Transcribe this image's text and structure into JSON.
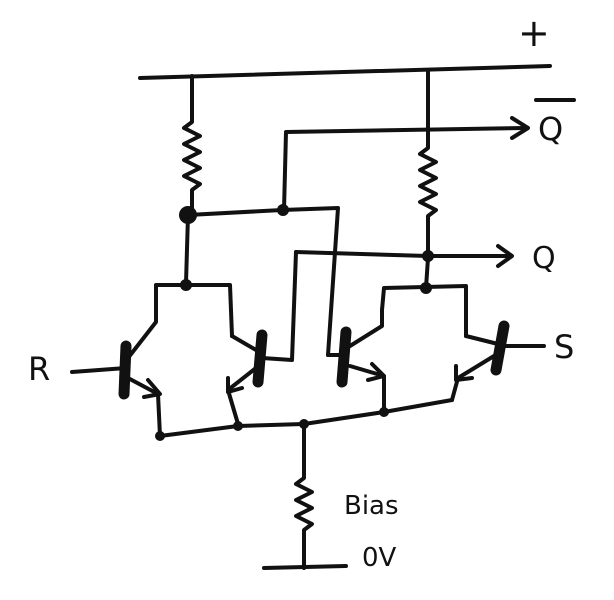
{
  "colors": {
    "ink": "#111111",
    "background": "#ffffff"
  },
  "labels": {
    "supply": "+",
    "qbar": "Q",
    "q": "Q",
    "r": "R",
    "s": "S",
    "bias": "Bias",
    "ground": "0V"
  }
}
